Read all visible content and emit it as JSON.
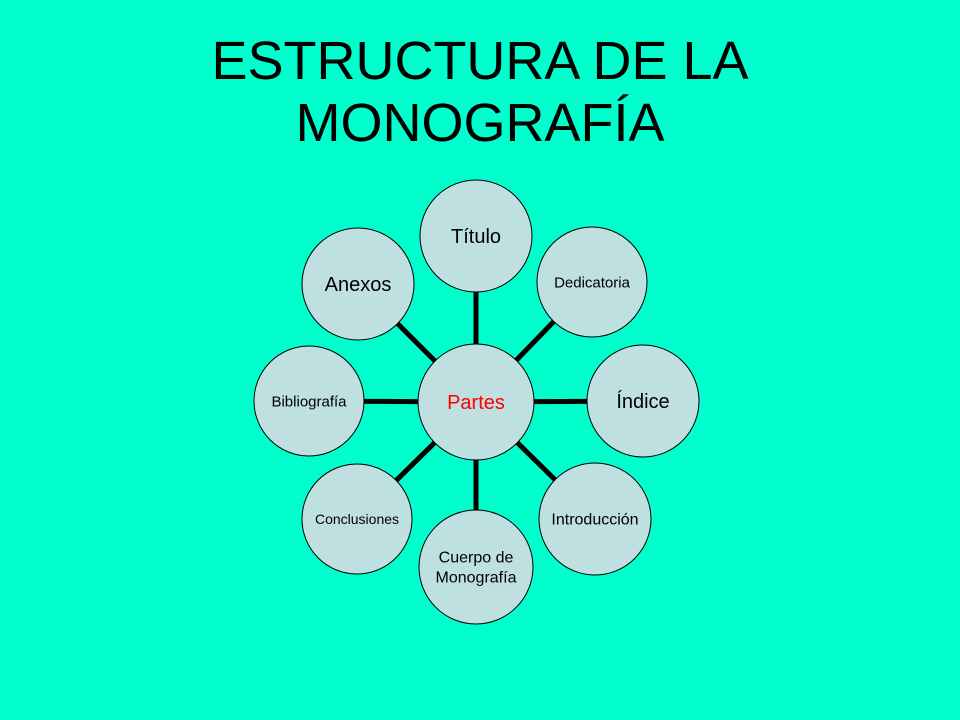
{
  "colors": {
    "background": "#00FFCC",
    "node_fill": "#BFE0E0",
    "node_stroke": "#000000",
    "center_text": "#FF0000",
    "connector": "#000000"
  },
  "title": {
    "line1": "ESTRUCTURA DE LA",
    "line2": "MONOGRAFÍA"
  },
  "diagram": {
    "center": {
      "label": "Partes"
    },
    "nodes": [
      {
        "id": "titulo",
        "lines": [
          "Título"
        ]
      },
      {
        "id": "dedicatoria",
        "lines": [
          "Dedicatoria"
        ]
      },
      {
        "id": "indice",
        "lines": [
          "Índice"
        ]
      },
      {
        "id": "introduccion",
        "lines": [
          "Introducción"
        ]
      },
      {
        "id": "cuerpo",
        "lines": [
          "Cuerpo de",
          "Monografía"
        ]
      },
      {
        "id": "conclusiones",
        "lines": [
          "Conclusiones"
        ]
      },
      {
        "id": "bibliografia",
        "lines": [
          "Bibliografía"
        ]
      },
      {
        "id": "anexos",
        "lines": [
          "Anexos"
        ]
      }
    ]
  }
}
